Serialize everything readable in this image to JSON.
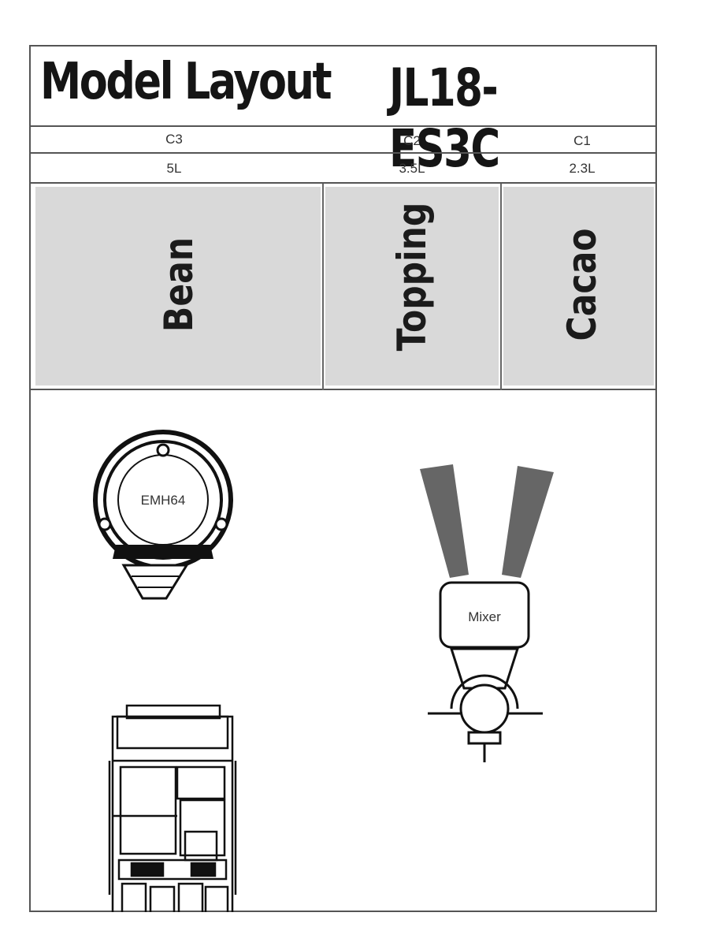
{
  "header": {
    "title": "Model Layout",
    "model": "JL18-ES3C"
  },
  "canisters": [
    {
      "code": "C3",
      "volume": "5L",
      "content": "Bean"
    },
    {
      "code": "C2",
      "volume": "3.5L",
      "content": "Topping"
    },
    {
      "code": "C1",
      "volume": "2.3L",
      "content": "Cacao"
    }
  ],
  "grinder": {
    "label": "EMH64"
  },
  "mixer": {
    "label": "Mixer"
  }
}
